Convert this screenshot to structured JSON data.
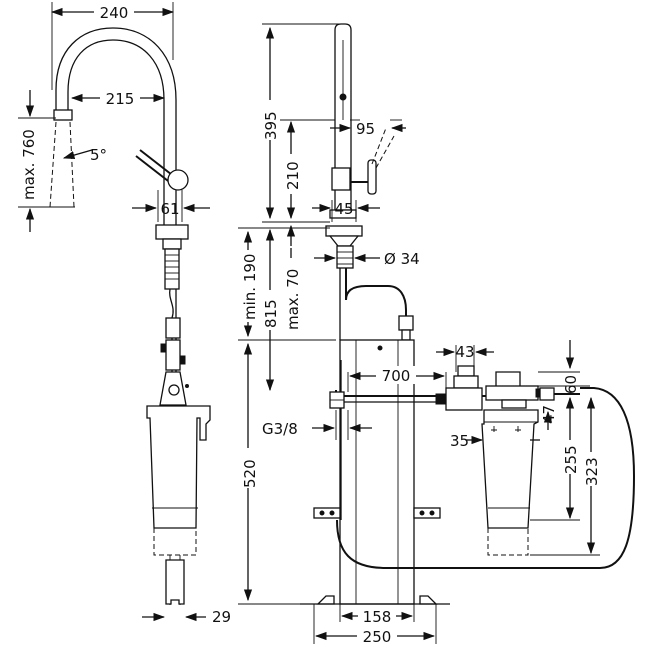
{
  "dimensions": {
    "top_width": "240",
    "spout_reach": "215",
    "max_height_side": "max. 760",
    "tilt_angle": "5°",
    "handle_width": "61",
    "side_total_height": "395",
    "handle_height": "210",
    "lever_swing": "95",
    "base_width": "45",
    "min_under_counter": "min. 190",
    "max_counter": "max. 70",
    "hole_diameter": "Ø 34",
    "total_height": "815",
    "hose_length": "700",
    "filter_valve": "43",
    "filter_hose": "60",
    "connector_height": "47",
    "thread": "G3/8",
    "filter_offset": "35",
    "filter_height": "255",
    "filter_total": "323",
    "cabinet_height": "520",
    "cabinet_inner": "158",
    "cabinet_outer": "250",
    "bottom_width": "29"
  }
}
